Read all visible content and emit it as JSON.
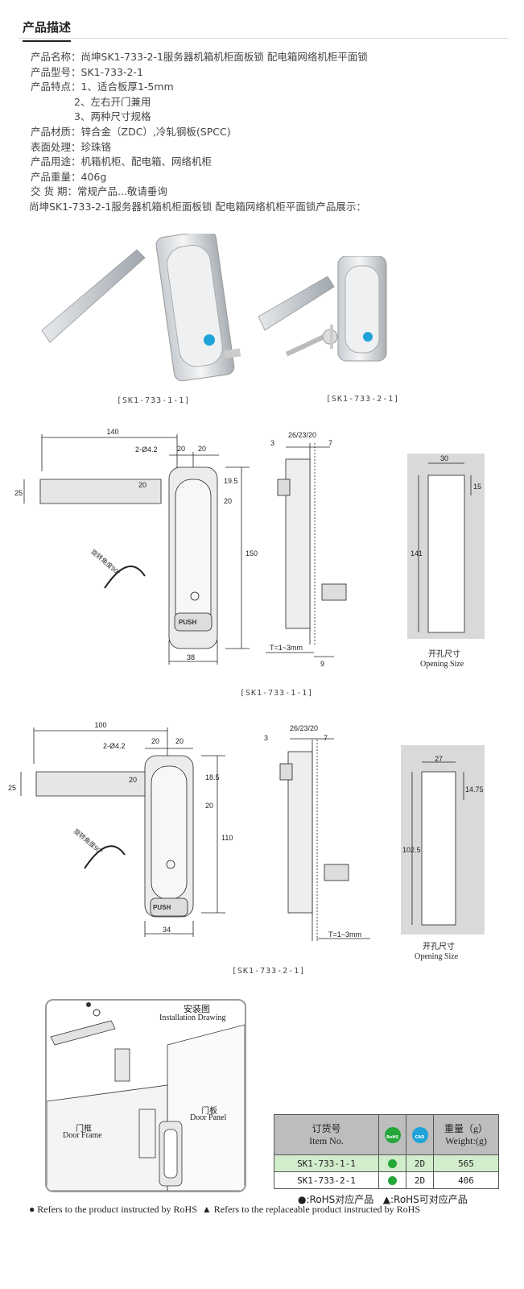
{
  "header": {
    "title": "产品描述"
  },
  "spec": {
    "name_label": "产品名称：",
    "name_value": "尚坤SK1-733-2-1服务器机箱机柜面板锁 配电箱网络机柜平面锁",
    "model_label": "产品型号：",
    "model_value": "SK1-733-2-1",
    "features_label": "产品特点：",
    "features": [
      "1、适合板厚1-5mm",
      "2、左右开门兼用",
      "3、两种尺寸规格"
    ],
    "material_label": "产品材质：",
    "material_value": "锌合金（ZDC）,冷轧钢板(SPCC)",
    "surface_label": "表面处理：",
    "surface_value": "珍珠铬",
    "usage_label": "产品用途：",
    "usage_value": "机箱机柜、配电箱、网络机柜",
    "weight_label": "产品重量：",
    "weight_value": "406g",
    "delivery_label": "交 货 期：",
    "delivery_value": "常规产品...敬请垂询",
    "showcase": "尚坤SK1-733-2-1服务器机箱机柜面板锁 配电箱网络机柜平面锁产品展示："
  },
  "photos": {
    "caption_left": "[SK1-733-1-1]",
    "caption_right": "[SK1-733-2-1]"
  },
  "drawing1": {
    "caption": "[SK1-733-1-1]",
    "dims": {
      "d140": "140",
      "hole": "2-Ø4.2",
      "d20a": "20",
      "d20b": "20",
      "d25": "25",
      "d20c": "20",
      "d195": "19.5",
      "d20d": "20",
      "d150": "150",
      "d38": "38",
      "side_top": "26/23/20",
      "side_3": "3",
      "side_7": "7",
      "side_t": "T=1~3mm",
      "side_9": "9",
      "open_30": "30",
      "open_15": "15",
      "open_141": "141",
      "push": "PUSH",
      "rotate": "旋转角度90°"
    },
    "opening_cn": "开孔尺寸",
    "opening_en": "Opening Size"
  },
  "drawing2": {
    "caption": "[SK1-733-2-1]",
    "dims": {
      "d100": "100",
      "hole": "2-Ø4.2",
      "d20a": "20",
      "d20b": "20",
      "d25": "25",
      "d20c": "20",
      "d185": "18.5",
      "d20d": "20",
      "d110": "110",
      "d34": "34",
      "side_top": "26/23/20",
      "side_3": "3",
      "side_7": "7",
      "side_t": "T=1~3mm",
      "open_27": "27",
      "open_1475": "14.75",
      "open_1025": "102.5",
      "push": "PUSH",
      "rotate": "旋转角度90°"
    },
    "opening_cn": "开孔尺寸",
    "opening_en": "Opening Size"
  },
  "install": {
    "title_cn": "安装图",
    "title_en": "Installation Drawing",
    "panel_cn": "门板",
    "panel_en": "Door Panel",
    "frame_cn": "门框",
    "frame_en": "Door Frame"
  },
  "table": {
    "item_cn": "订货号",
    "item_en": "Item No.",
    "rohs": "RoHS",
    "cad": "CAD",
    "weight_cn": "重量（g）",
    "weight_en": "Weight:(g)",
    "rows": [
      {
        "item": "SK1-733-1-1",
        "cad": "2D",
        "weight": "565"
      },
      {
        "item": "SK1-733-2-1",
        "cad": "2D",
        "weight": "406"
      }
    ]
  },
  "legend": {
    "cn_dot": "●:RoHS对应产品",
    "cn_tri": "▲:RoHS可对应产品",
    "en_dot": "● Refers to the product instructed by RoHS",
    "en_tri": "▲ Refers to the replaceable product instructed by RoHS"
  },
  "colors": {
    "green": "#24a639",
    "blue_dot": "#1ea3d8",
    "table_header": "#bdbdbd",
    "table_highlight": "#d2edcc"
  }
}
